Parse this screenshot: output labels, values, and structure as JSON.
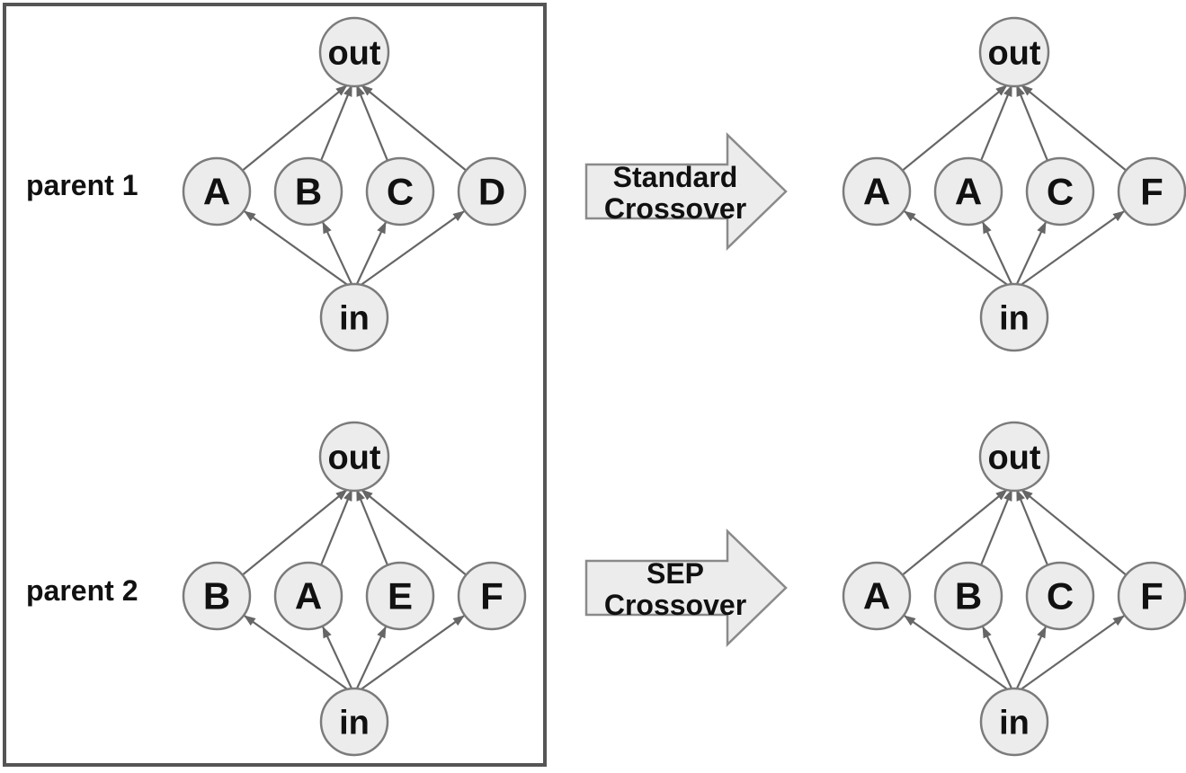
{
  "labels": {
    "parent1": "parent 1",
    "parent2": "parent 2"
  },
  "arrows": {
    "standard": {
      "line1": "Standard",
      "line2": "Crossover"
    },
    "sep": {
      "line1": "SEP",
      "line2": "Crossover"
    }
  },
  "networks": {
    "parent1": {
      "out": "out",
      "in": "in",
      "hidden": [
        "A",
        "B",
        "C",
        "D"
      ]
    },
    "parent2": {
      "out": "out",
      "in": "in",
      "hidden": [
        "B",
        "A",
        "E",
        "F"
      ]
    },
    "standard_child": {
      "out": "out",
      "in": "in",
      "hidden": [
        "A",
        "A",
        "C",
        "F"
      ]
    },
    "sep_child": {
      "out": "out",
      "in": "in",
      "hidden": [
        "A",
        "B",
        "C",
        "F"
      ]
    }
  },
  "colors": {
    "node_fill": "#ececec",
    "node_stroke": "#7b7b7b",
    "edge": "#666666",
    "frame": "#555555",
    "arrow_fill": "#ececec",
    "arrow_stroke": "#8a8a8a",
    "text": "#111111"
  }
}
